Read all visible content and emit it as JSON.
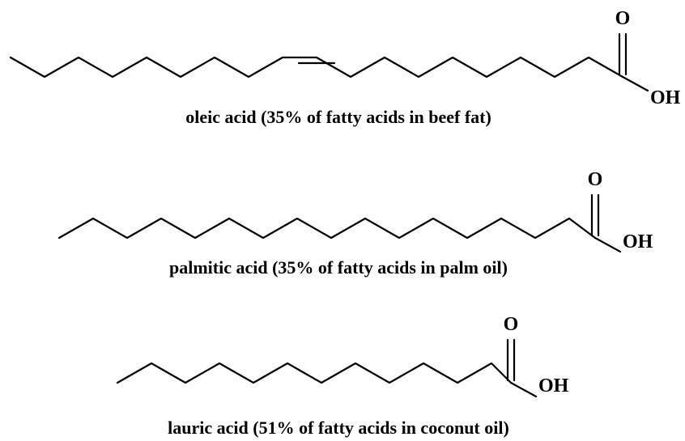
{
  "molecules": [
    {
      "caption": "oleic acid (35% of fatty acids in beef fat)",
      "carbonyl_oxygen": "O",
      "hydroxyl": "OH"
    },
    {
      "caption": "palmitic acid (35% of fatty acids in palm oil)",
      "carbonyl_oxygen": "O",
      "hydroxyl": "OH"
    },
    {
      "caption": "lauric acid (51% of fatty acids in coconut oil)",
      "carbonyl_oxygen": "O",
      "hydroxyl": "OH"
    }
  ]
}
